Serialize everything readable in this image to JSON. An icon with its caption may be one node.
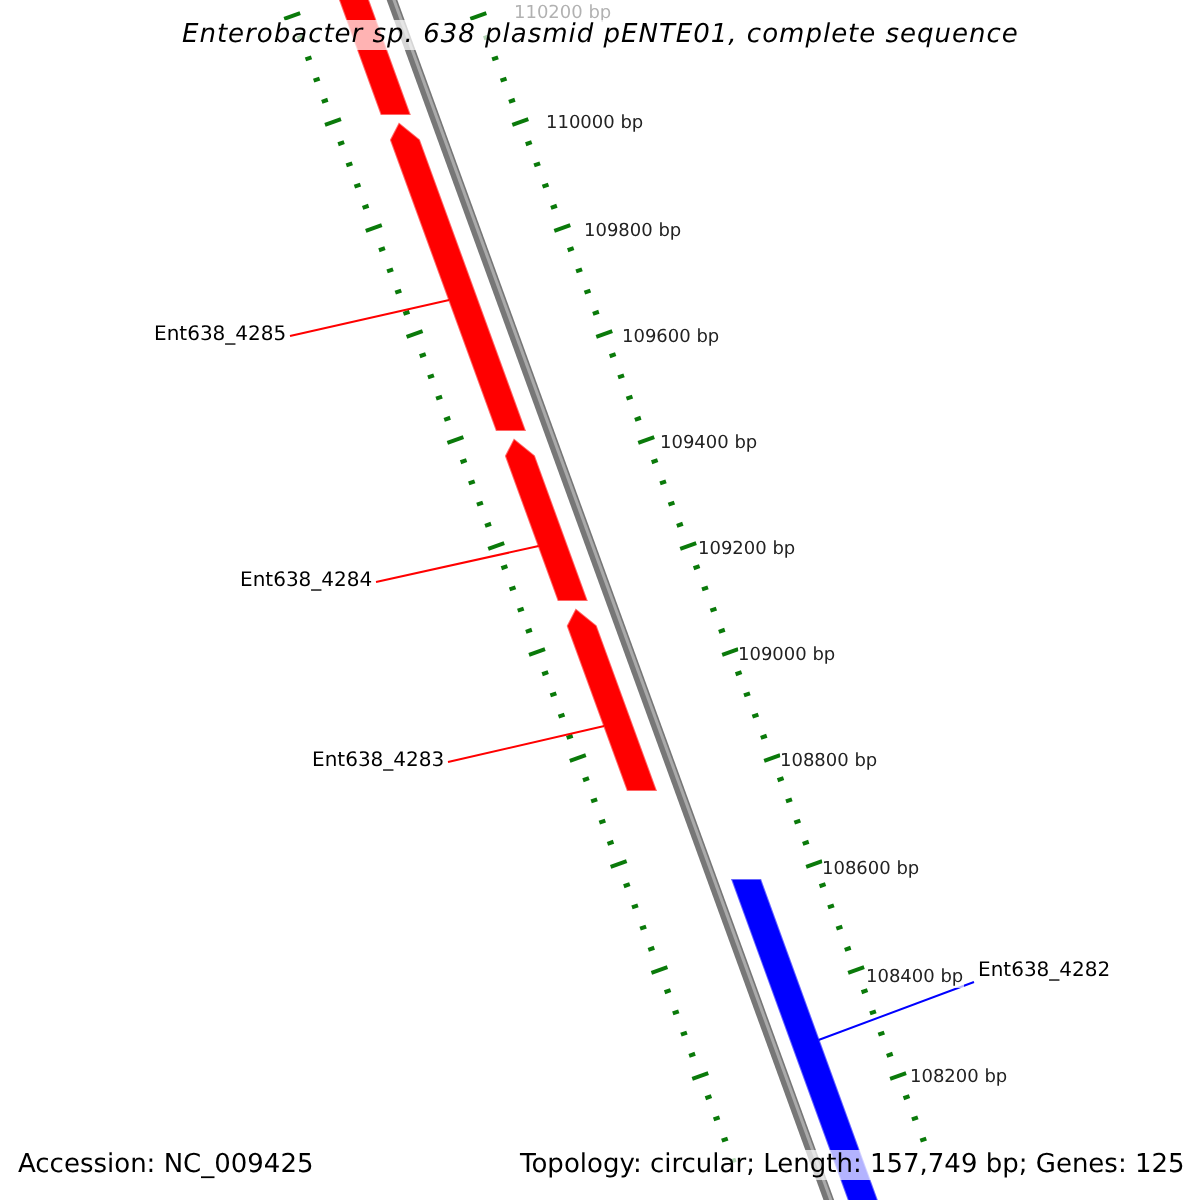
{
  "diagram": {
    "title": "Enterobacter sp. 638 plasmid pENTE01, complete sequence",
    "nodes": [
      {
        "text": [
          "Ent638_4285"
        ]
      },
      {
        "text": [
          "Ent638_4284"
        ]
      },
      {
        "text": [
          "Ent638_4283"
        ]
      },
      {
        "text": [
          "Ent638_4282"
        ]
      },
      {
        "text": [],
        "shape": "bar"
      },
      {
        "text": [],
        "shape": "bar"
      },
      {
        "text": [],
        "shape": "bar"
      },
      {
        "text": [],
        "shape": "bar"
      },
      {
        "text": [],
        "shape": "bar"
      }
    ],
    "edges": [
      {
        "from": 0,
        "to": 5,
        "arrow": "none",
        "color": "#ff0000"
      },
      {
        "from": 1,
        "to": 6,
        "arrow": "none",
        "color": "#ff0000"
      },
      {
        "from": 2,
        "to": 7,
        "arrow": "none",
        "color": "#ff0000"
      },
      {
        "from": 3,
        "to": 8,
        "arrow": "none",
        "color": "#0000ff"
      }
    ],
    "labels": [
      "110200 bp",
      "110000 bp",
      "109800 bp",
      "109600 bp",
      "109400 bp",
      "109200 bp",
      "109000 bp",
      "108800 bp",
      "108600 bp",
      "108400 bp",
      "108200 bp",
      "Accession: NC_009425",
      "Topology: circular; Length: 157,749 bp; Genes: 125"
    ]
  }
}
